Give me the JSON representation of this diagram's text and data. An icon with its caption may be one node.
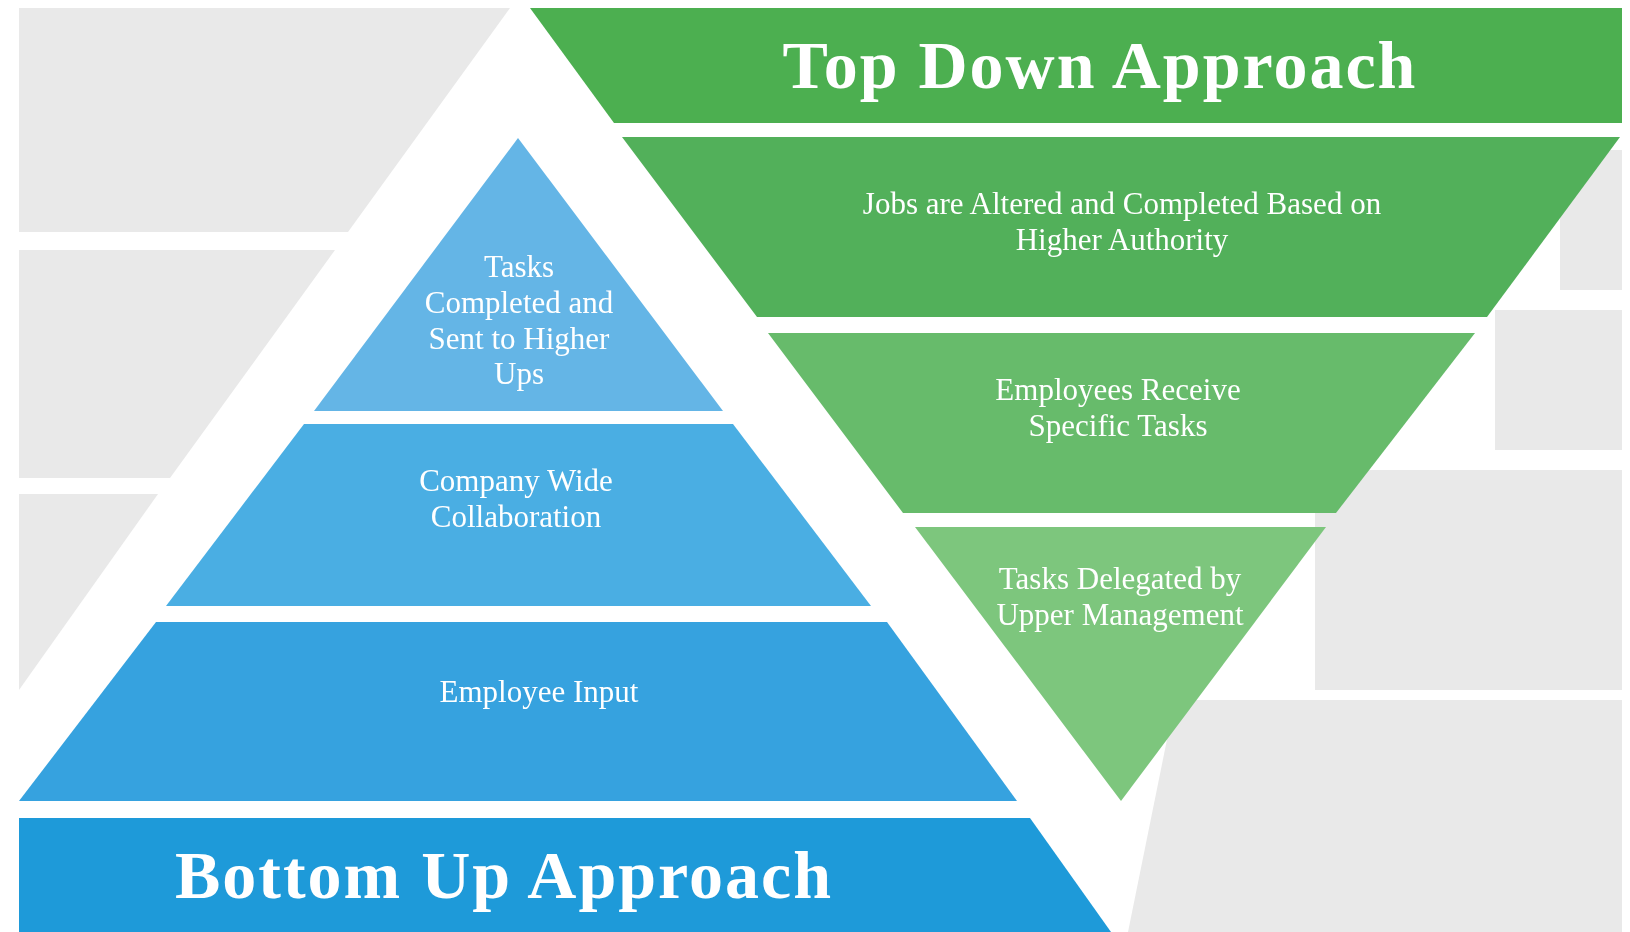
{
  "diagram": {
    "nodes": [
      {
        "text": [
          "Top Down Approach"
        ]
      },
      {
        "text": [
          "Jobs are Altered and Completed Based on Higher Authority"
        ]
      },
      {
        "text": [
          "Employees Receive Specific Tasks"
        ]
      },
      {
        "text": [
          "Tasks Delegated by Upper Management"
        ]
      },
      {
        "text": [
          "Tasks Completed and Sent to Higher Ups"
        ]
      },
      {
        "text": [
          "Company Wide Collaboration"
        ]
      },
      {
        "text": [
          "Employee Input"
        ]
      },
      {
        "text": [
          "Bottom Up Approach"
        ]
      }
    ]
  }
}
